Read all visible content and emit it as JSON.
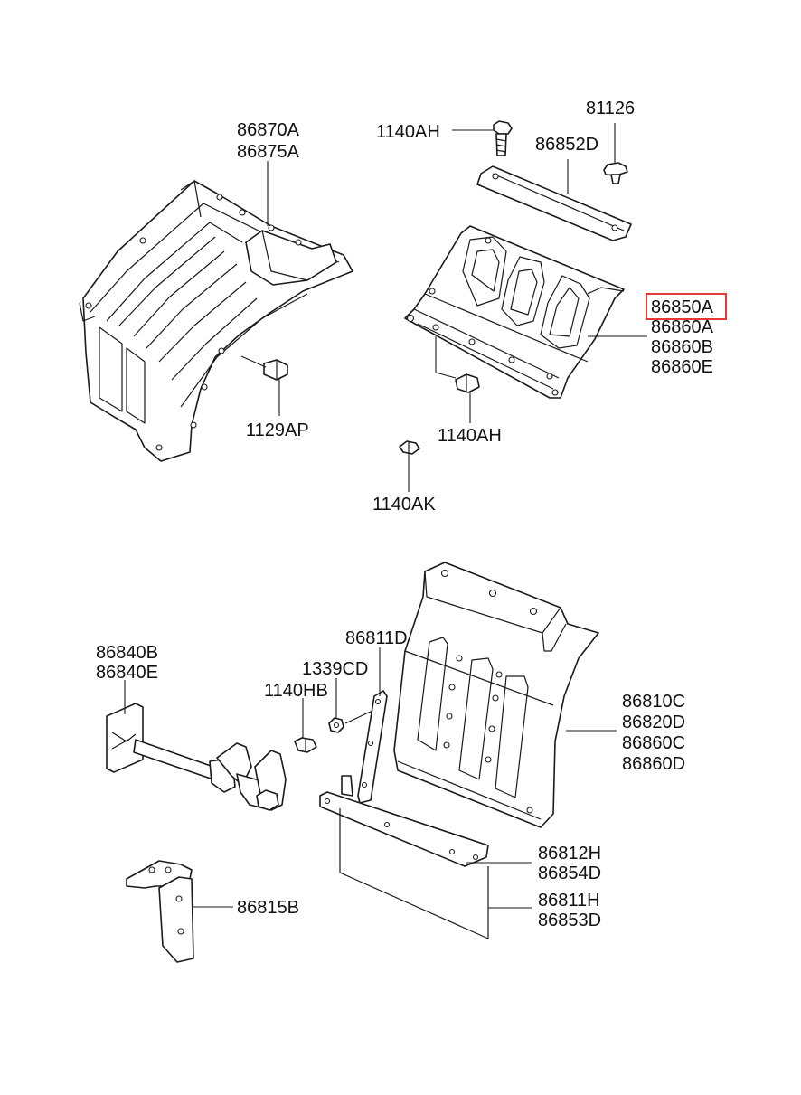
{
  "callouts": {
    "c86870A": "86870A",
    "c86875A": "86875A",
    "c1129AP": "1129AP",
    "c1140AH_top": "1140AH",
    "c81126": "81126",
    "c86852D": "86852D",
    "c86850A": "86850A",
    "c86860A": "86860A",
    "c86860B": "86860B",
    "c86860E": "86860E",
    "c1140AH_mid": "1140AH",
    "c1140AK": "1140AK",
    "c86840B": "86840B",
    "c86840E": "86840E",
    "c86811D": "86811D",
    "c1339CD": "1339CD",
    "c1140HB": "1140HB",
    "c86810C": "86810C",
    "c86820D": "86820D",
    "c86860C": "86860C",
    "c86860D": "86860D",
    "c86812H": "86812H",
    "c86854D": "86854D",
    "c86811H": "86811H",
    "c86853D": "86853D",
    "c86815B": "86815B"
  },
  "highlight": {
    "part": "86850A",
    "color": "#e53935"
  },
  "colors": {
    "line": "#1a1a1a",
    "background": "#ffffff"
  }
}
